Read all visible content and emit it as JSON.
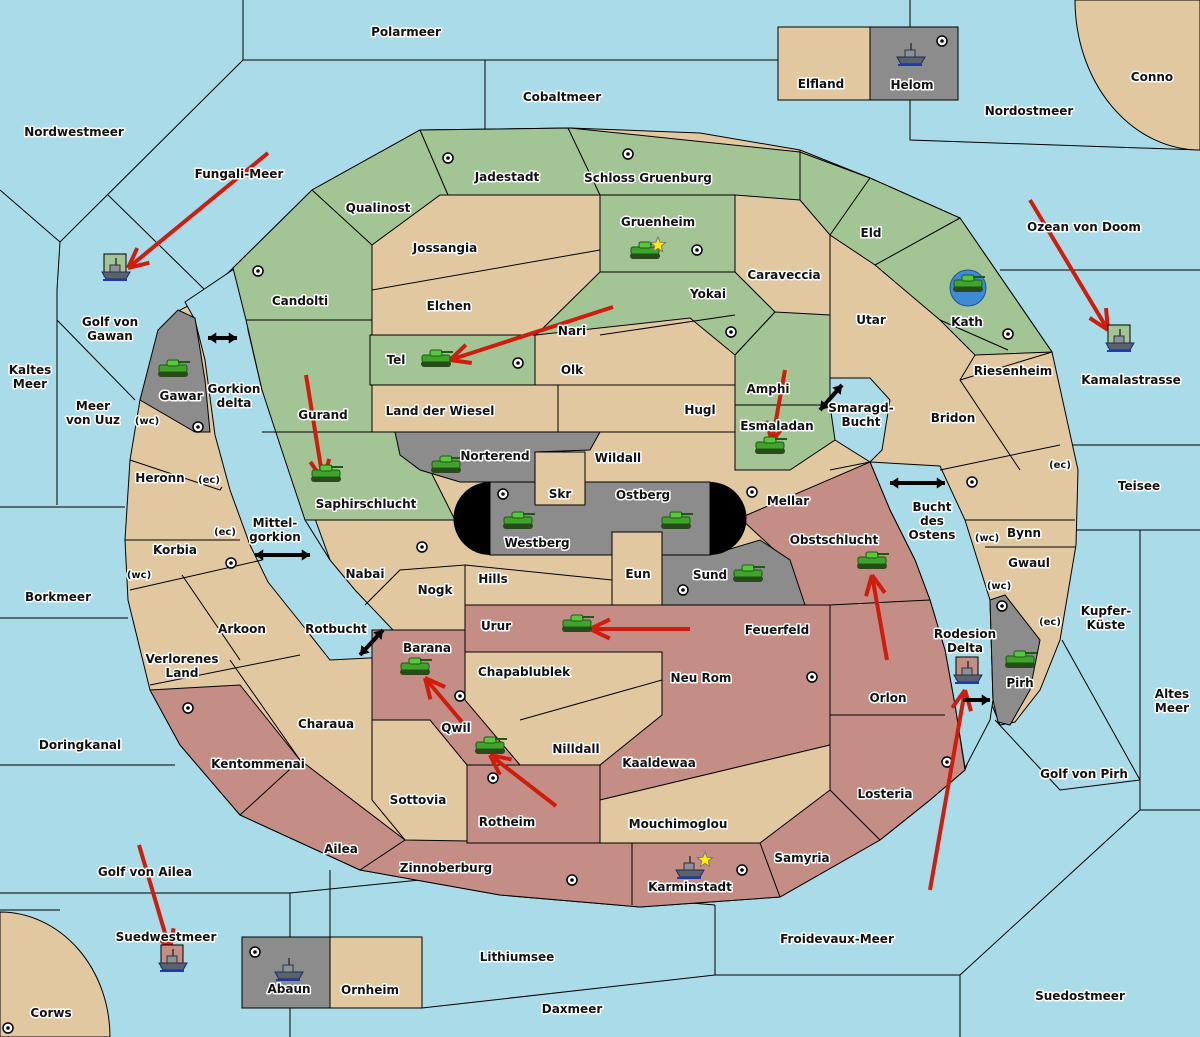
{
  "colors": {
    "sea": "#a9dce8",
    "neutral": "#e2c8a0",
    "green_power": "#a3c495",
    "red_power": "#c48e86",
    "gray_power": "#8c8c8c",
    "order_arrow": "#d01c0c"
  },
  "labels": [
    [
      "Polarmeer"
    ],
    [
      "Cobaltmeer"
    ],
    [
      "Elfland"
    ],
    [
      "Helom"
    ],
    [
      "Conno"
    ],
    [
      "Nordostmeer"
    ],
    [
      "Nordwestmeer"
    ],
    [
      "Fungali-Meer"
    ],
    [
      "Jadestadt"
    ],
    [
      "Schloss Gruenburg"
    ],
    [
      "Qualinost"
    ],
    [
      "Gruenheim"
    ],
    [
      "Ozean von Doom"
    ],
    [
      "Eld"
    ],
    [
      "Jossangia"
    ],
    [
      "Caraveccia"
    ],
    [
      "Yokai"
    ],
    [
      "Candolti"
    ],
    [
      "Elchen"
    ],
    [
      "Utar"
    ],
    [
      "Kath"
    ],
    [
      "Golf von",
      "Gawan"
    ],
    [
      "Nari"
    ],
    [
      "Tel"
    ],
    [
      "Olk"
    ],
    [
      "Kaltes",
      "Meer"
    ],
    [
      "Riesenheim"
    ],
    [
      "Kamalastrasse"
    ],
    [
      "Amphi"
    ],
    [
      "Gawar"
    ],
    [
      "Gorkion",
      "delta"
    ],
    [
      "Meer",
      "von Uuz"
    ],
    [
      "Gurand"
    ],
    [
      "Land der Wiesel"
    ],
    [
      "Hugl"
    ],
    [
      "Smaragd-",
      "Bucht"
    ],
    [
      "Bridon"
    ],
    [
      "Esmaladan"
    ],
    [
      "(wc)"
    ],
    [
      "Norterend"
    ],
    [
      "Wildall"
    ],
    [
      "Heronn"
    ],
    [
      "(ec)"
    ],
    [
      "Teisee"
    ],
    [
      "(ec)"
    ],
    [
      "Skr"
    ],
    [
      "Ostberg"
    ],
    [
      "Mellar"
    ],
    [
      "Saphirschlucht"
    ],
    [
      "Bucht",
      "des",
      "Ostens"
    ],
    [
      "Mittel-",
      "gorkion"
    ],
    [
      "(ec)"
    ],
    [
      "Bynn"
    ],
    [
      "(wc)"
    ],
    [
      "Westberg"
    ],
    [
      "Obstschlucht"
    ],
    [
      "Korbia"
    ],
    [
      "Gwaul"
    ],
    [
      "Nabai"
    ],
    [
      "(wc)"
    ],
    [
      "Eun"
    ],
    [
      "Sund"
    ],
    [
      "Hills"
    ],
    [
      "(wc)"
    ],
    [
      "Nogk"
    ],
    [
      "Borkmeer"
    ],
    [
      "Kupfer-",
      "Küste"
    ],
    [
      "(ec)"
    ],
    [
      "Urur"
    ],
    [
      "Feuerfeld"
    ],
    [
      "Rotbucht"
    ],
    [
      "Arkoon"
    ],
    [
      "Rodesion",
      "Delta"
    ],
    [
      "Barana"
    ],
    [
      "Verlorenes",
      "Land"
    ],
    [
      "Chapablublek"
    ],
    [
      "Neu Rom"
    ],
    [
      "Pirh"
    ],
    [
      "Orlon"
    ],
    [
      "Altes",
      "Meer"
    ],
    [
      "Charaua"
    ],
    [
      "Qwil"
    ],
    [
      "Doringkanal"
    ],
    [
      "Nilldall"
    ],
    [
      "Kaaldewaa"
    ],
    [
      "Kentommenai"
    ],
    [
      "Golf von Pirh"
    ],
    [
      "Losteria"
    ],
    [
      "Sottovia"
    ],
    [
      "Rotheim"
    ],
    [
      "Mouchimoglou"
    ],
    [
      "Ailea"
    ],
    [
      "Samyria"
    ],
    [
      "Zinnoberburg"
    ],
    [
      "Golf von Ailea"
    ],
    [
      "Karminstadt"
    ],
    [
      "Suedwestmeer"
    ],
    [
      "Froidevaux-Meer"
    ],
    [
      "Lithiumsee"
    ],
    [
      "Abaun"
    ],
    [
      "Ornheim"
    ],
    [
      "Suedostmeer"
    ],
    [
      "Daxmeer"
    ],
    [
      "Corws"
    ]
  ],
  "units": [
    {
      "type": "army",
      "province": "Gruenheim",
      "power": "green"
    },
    {
      "type": "army",
      "province": "Tel",
      "power": "green"
    },
    {
      "type": "army",
      "province": "Gawar",
      "power": "gray"
    },
    {
      "type": "army",
      "province": "Saphirschlucht",
      "power": "green"
    },
    {
      "type": "army",
      "province": "Norterend",
      "power": "gray"
    },
    {
      "type": "army",
      "province": "Westberg",
      "power": "gray"
    },
    {
      "type": "army",
      "province": "Ostberg",
      "power": "gray"
    },
    {
      "type": "army",
      "province": "Esmaladan",
      "power": "green"
    },
    {
      "type": "army",
      "province": "Kath",
      "power": "green"
    },
    {
      "type": "army",
      "province": "Obstschlucht",
      "power": "red"
    },
    {
      "type": "army",
      "province": "Sund",
      "power": "gray"
    },
    {
      "type": "army",
      "province": "Urur",
      "power": "red"
    },
    {
      "type": "army",
      "province": "Barana",
      "power": "red"
    },
    {
      "type": "army",
      "province": "Qwil",
      "power": "red"
    },
    {
      "type": "army",
      "province": "Pirh",
      "power": "gray"
    },
    {
      "type": "fleet",
      "province": "Helom",
      "power": "gray"
    },
    {
      "type": "fleet",
      "province": "Golf von Gawan",
      "power": "green"
    },
    {
      "type": "fleet",
      "province": "Kamalastrasse",
      "power": "green"
    },
    {
      "type": "fleet",
      "province": "Rodesion Delta",
      "power": "red"
    },
    {
      "type": "fleet",
      "province": "Suedwestmeer",
      "power": "red"
    },
    {
      "type": "fleet",
      "province": "Abaun",
      "power": "gray"
    },
    {
      "type": "fleet",
      "province": "Karminstadt",
      "power": "red"
    }
  ]
}
